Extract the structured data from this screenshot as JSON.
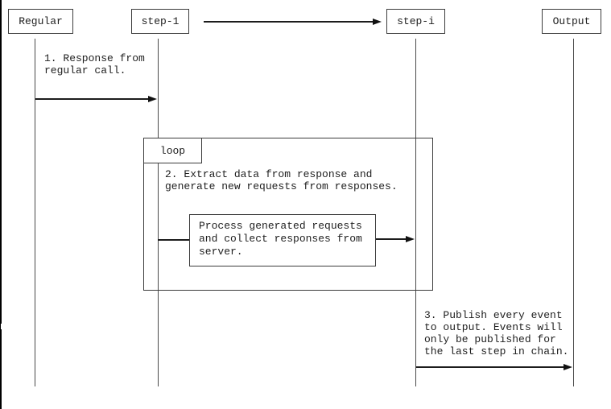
{
  "diagram": {
    "type": "sequence-diagram",
    "participants": [
      {
        "id": "regular",
        "label": "Regular"
      },
      {
        "id": "step-1",
        "label": "step-1"
      },
      {
        "id": "step-i",
        "label": "step-i"
      },
      {
        "id": "output",
        "label": "Output"
      }
    ],
    "chain_arrow": {
      "from": "step-1",
      "to": "step-i"
    },
    "loop": {
      "label": "loop"
    },
    "messages": [
      {
        "from": "Regular",
        "to": "step-1",
        "text": "1. Response from\nregular call."
      },
      {
        "from": "step-1",
        "to": "step-i",
        "text": "2. Extract data from response and\ngenerate new requests from responses."
      },
      {
        "from": "step-i",
        "to": "Output",
        "text": "3. Publish every event\nto output. Events will\nonly be published for\nthe last step in chain."
      }
    ],
    "process_box": {
      "from": "step-1",
      "to": "step-i",
      "text": "Process generated requests\nand collect responses from\nserver."
    },
    "colors": {
      "background": "#ffffff",
      "line": "#3c3c3c",
      "text": "#1e1e1e",
      "arrow": "#111111"
    }
  }
}
